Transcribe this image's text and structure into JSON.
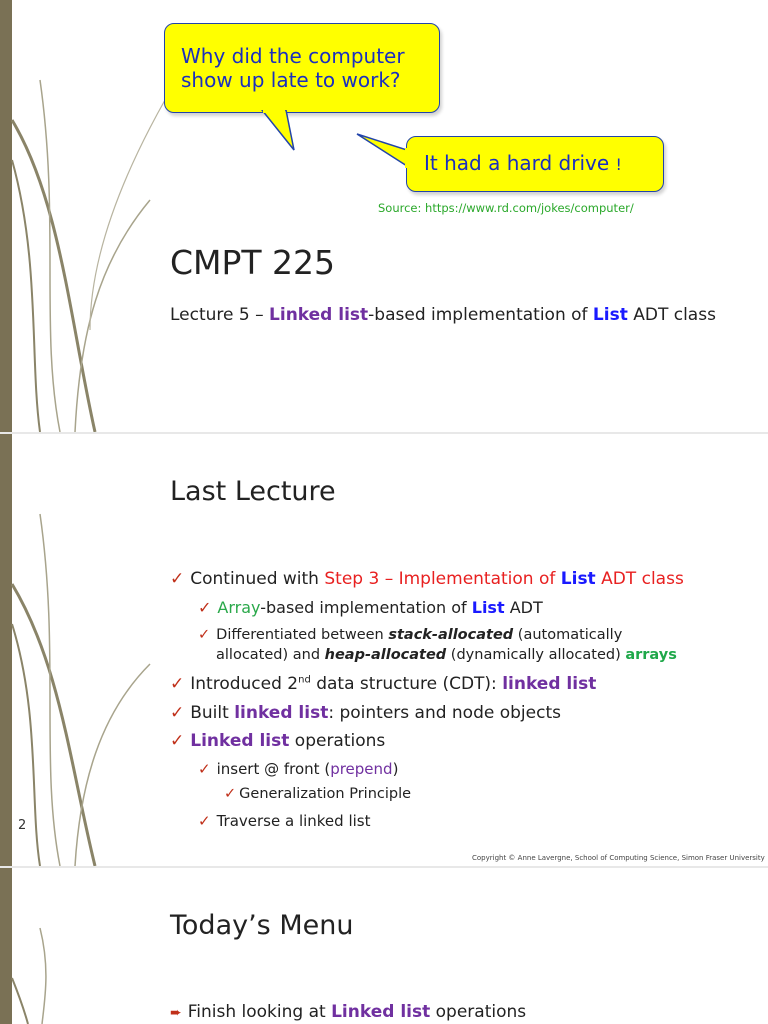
{
  "slide1": {
    "bubble_question": "Why did the computer show up late to work?",
    "bubble_answer": "It had a hard drive",
    "bubble_answer_excl": "!",
    "source": "Source: https://www.rd.com/jokes/computer/",
    "title": "CMPT 225",
    "subtitle": {
      "prefix": "Lecture 5 – ",
      "linked_list": "Linked list",
      "mid": "-based implementation of ",
      "list": "List",
      "suffix": " ADT class"
    }
  },
  "slide2": {
    "title": "Last Lecture",
    "page_number": "2",
    "copyright": "Copyright © Anne Lavergne, School of Computing Science, Simon Fraser University",
    "b1": {
      "text": "Continued with ",
      "red1": "Step 3 – Implementation of ",
      "list": "List",
      "red2": " ADT class"
    },
    "b1a": {
      "green": "Array",
      "text": "-based implementation of ",
      "list": "List",
      "suffix": " ADT"
    },
    "b1b": {
      "text1": "Differentiated between ",
      "stack": "stack-allocated",
      "text2": " (automatically",
      "text3": "allocated) and ",
      "heap": "heap-allocated",
      "text4": " (dynamically allocated) ",
      "arrays": "arrays"
    },
    "b2": {
      "text1": "Introduced 2",
      "sup": "nd",
      "text2": " data structure (CDT): ",
      "purple": "linked list"
    },
    "b3": {
      "text1": "Built ",
      "purple": "linked list",
      "text2": ": pointers and node objects"
    },
    "b4": {
      "purple": "Linked list",
      "text": " operations"
    },
    "b4a": {
      "text1": "insert @ front (",
      "purple": "prepend",
      "text2": ")"
    },
    "b4a1": "Generalization Principle",
    "b4b": "Traverse a linked list",
    "check": "✓"
  },
  "slide3": {
    "title": "Today’s Menu",
    "b1": {
      "text1": "Finish looking at ",
      "purple": "Linked list",
      "text2": " operations"
    }
  },
  "colors": {
    "accent_purple": "#7030a0",
    "accent_blue": "#1a1aff",
    "accent_red": "#e82020",
    "accent_green": "#2aa84a",
    "bubble_fill": "#ffff00",
    "sidebar": "#7a7155"
  }
}
